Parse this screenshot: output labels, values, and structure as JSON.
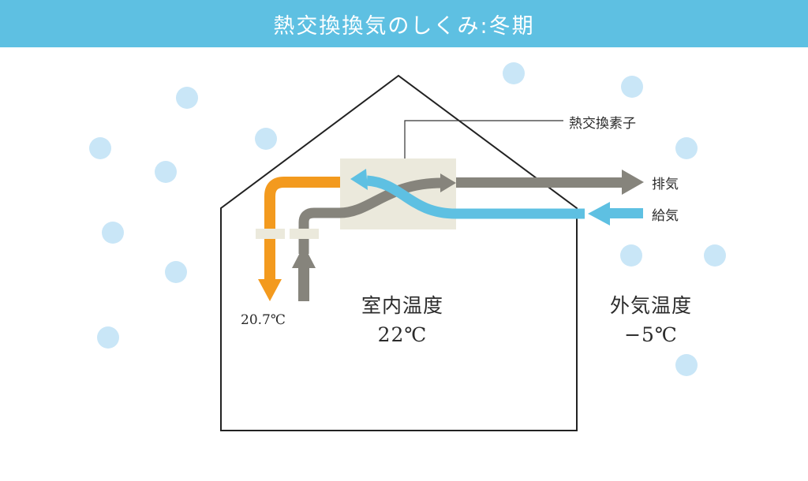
{
  "header": {
    "title": "熱交換換気のしくみ:冬期"
  },
  "labels": {
    "exchanger": "熱交換素子",
    "exhaust": "排気",
    "supply": "給気",
    "supply_outlet_temp": "20.7℃",
    "indoor_title": "室内温度",
    "indoor_temp": "22℃",
    "outdoor_title": "外気温度",
    "outdoor_temp": "−5℃"
  },
  "colors": {
    "header": "#5ec0e2",
    "supply_air": "#5ec0e2",
    "exhaust_air": "#86847c",
    "warm_air": "#f39a1e",
    "exchanger_box": "#ebe9dc",
    "snow": "#c9e6f7"
  },
  "icons": [
    "snow-dot",
    "arrow-right-icon",
    "arrow-left-icon",
    "arrow-down-icon",
    "arrow-up-icon"
  ]
}
